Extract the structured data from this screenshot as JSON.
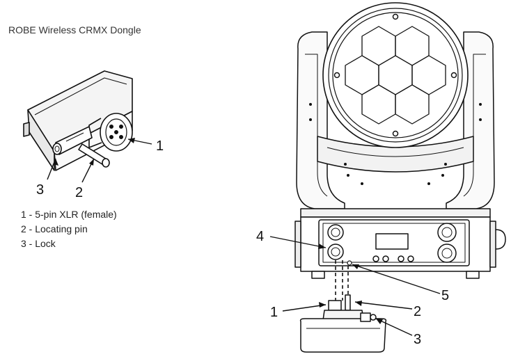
{
  "title": "ROBE Wireless CRMX Dongle",
  "legend": [
    "1 - 5-pin XLR (female)",
    "2 - Locating pin",
    "3 - Lock"
  ],
  "dongle_callouts": [
    "1",
    "2",
    "3"
  ],
  "fixture_callouts": [
    "4",
    "5",
    "1",
    "2",
    "3"
  ]
}
